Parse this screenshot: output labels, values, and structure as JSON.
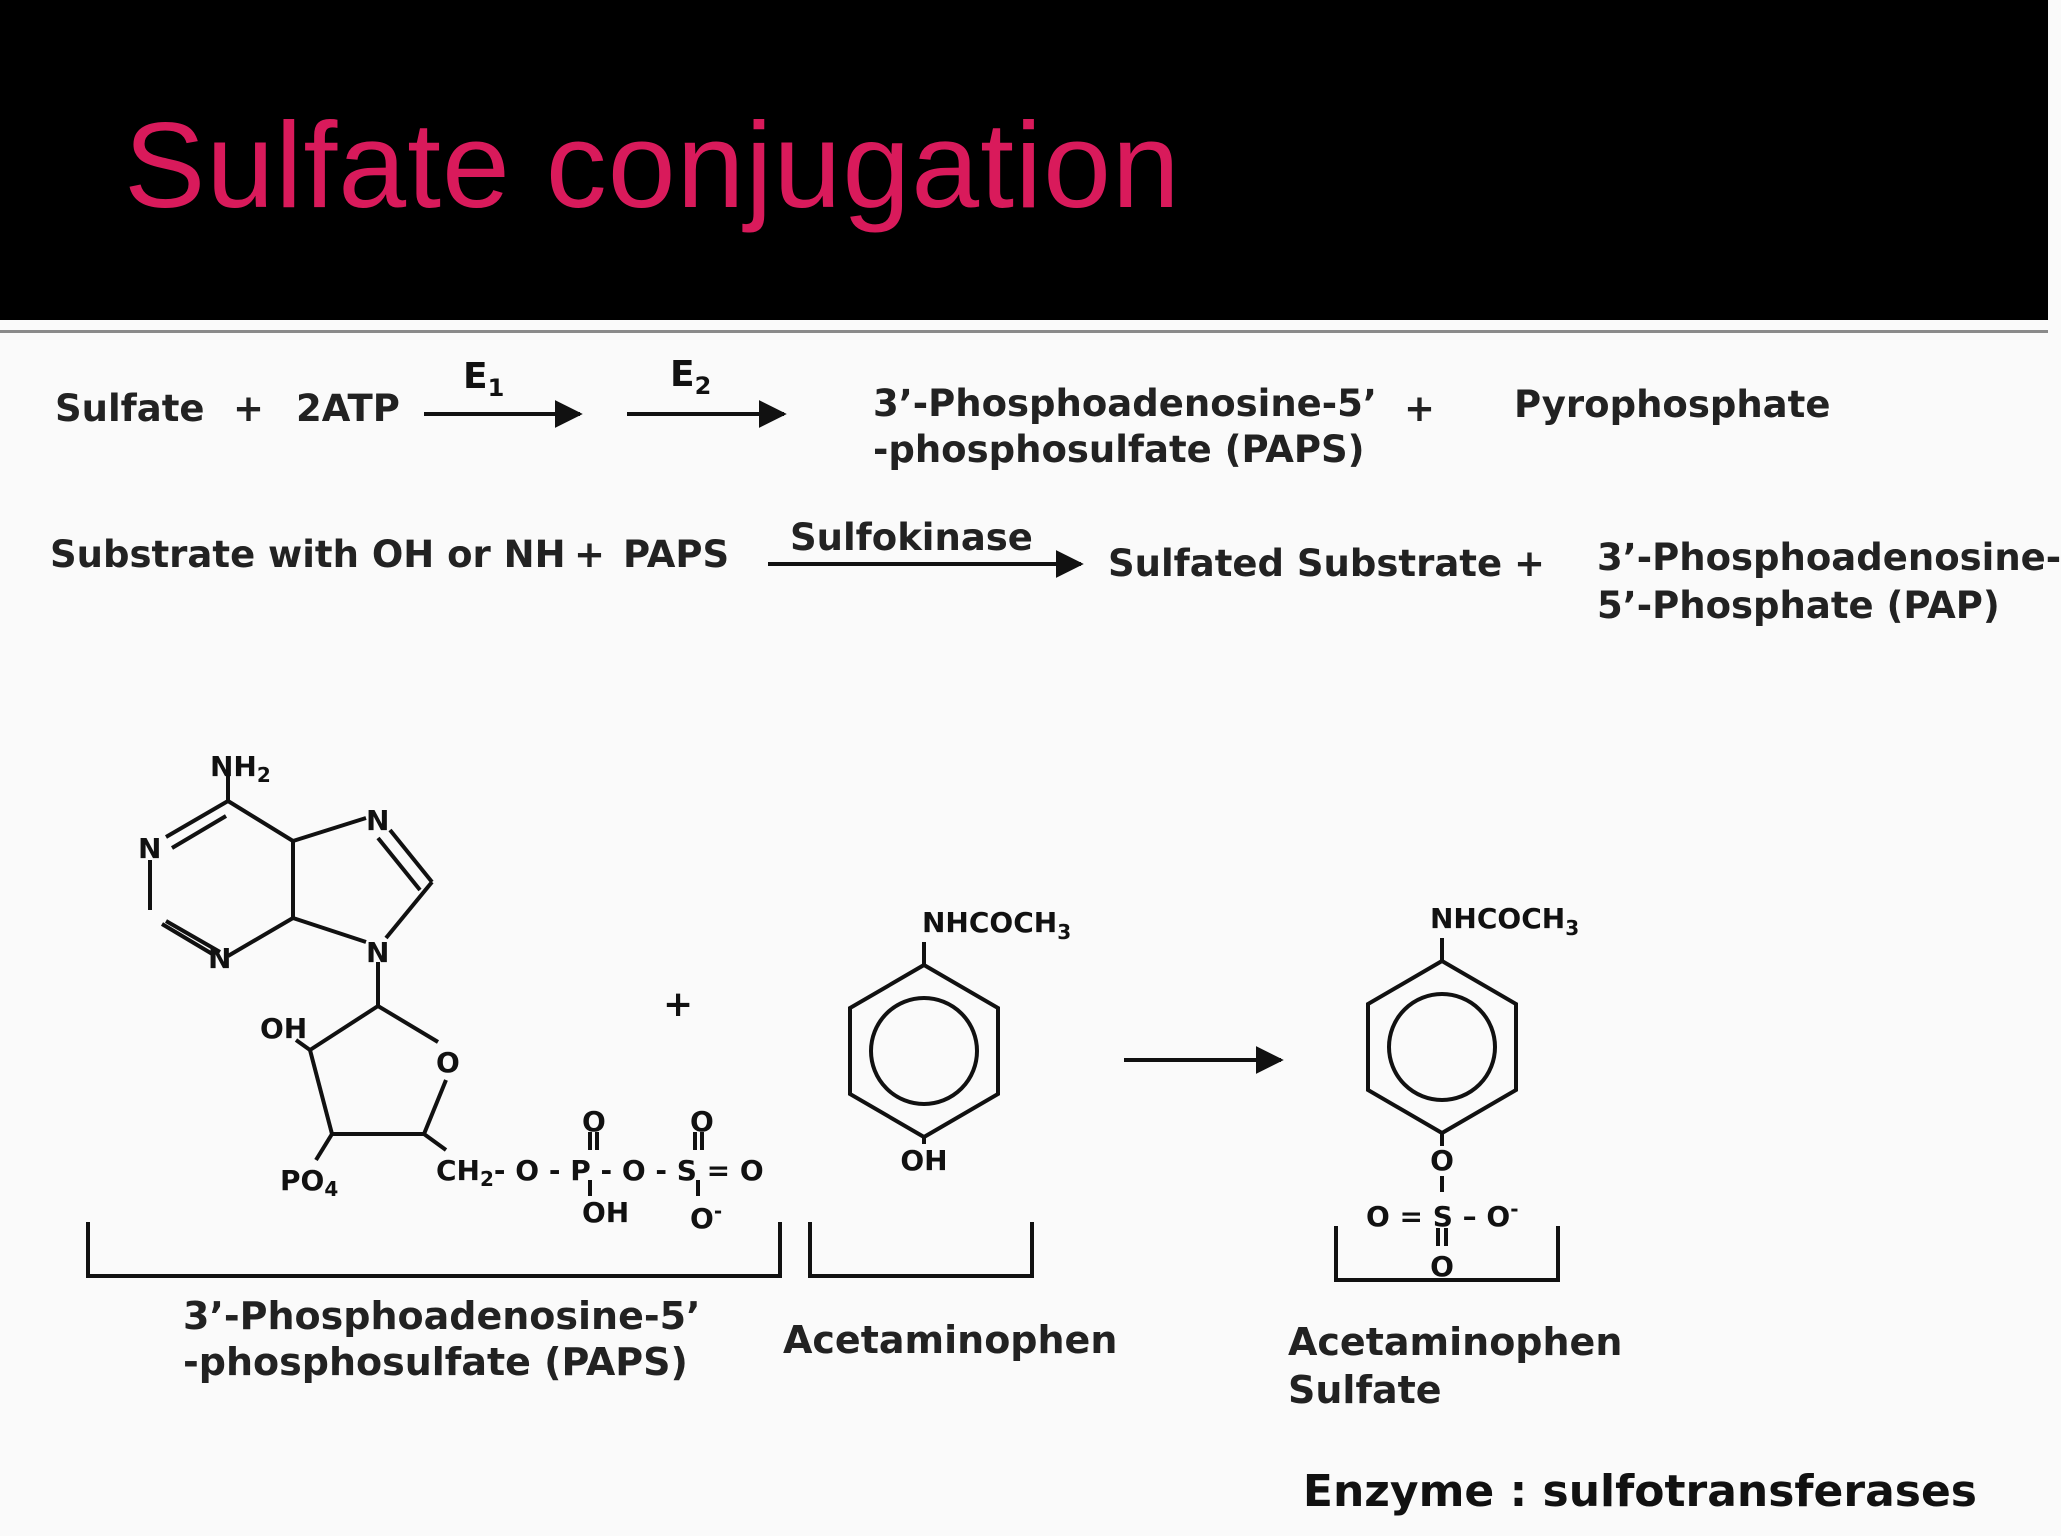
{
  "slide": {
    "title": "Sulfate conjugation",
    "title_color": "#d91a5b",
    "header_background": "#000000"
  },
  "reaction1": {
    "reactant1": "Sulfate",
    "plus1": "+",
    "reactant2": "2ATP",
    "enzyme1": "E",
    "enzyme1_sub": "1",
    "enzyme2": "E",
    "enzyme2_sub": "2",
    "product1_line1": "3’-Phosphoadenosine-5’",
    "product1_line2": "-phosphosulfate (PAPS)",
    "plus2": "+",
    "product2": "Pyrophosphate"
  },
  "reaction2": {
    "reactant1": "Substrate with OH or NH",
    "plus1": "+",
    "reactant2": "PAPS",
    "enzyme": "Sulfokinase",
    "product1": "Sulfated Substrate",
    "plus2": "+",
    "product2_line1": "3’-Phosphoadenosine-",
    "product2_line2": "5’-Phosphate (PAP)"
  },
  "structures": {
    "paps": {
      "nh2": "NH",
      "nh2_sub": "2",
      "n": "N",
      "oh": "OH",
      "ring_o": "O",
      "po4": "PO",
      "po4_sub": "4",
      "ch2": "CH",
      "ch2_sub": "2",
      "chain": "- O - P - O - S = O",
      "top_o": "O",
      "phosphate_oh": "OH",
      "sulfate_o_minus": "O",
      "minus": "-",
      "label_line1": "3’-Phosphoadenosine-5’",
      "label_line2": "-phosphosulfate (PAPS)"
    },
    "plus": "+",
    "acetaminophen": {
      "group": "NHCOCH",
      "group_sub": "3",
      "oh": "OH",
      "label": "Acetaminophen"
    },
    "acetaminophen_sulfate": {
      "group": "NHCOCH",
      "group_sub": "3",
      "o": "O",
      "sulfate": "O = S – O",
      "minus": "-",
      "bottom_o": "O",
      "label_line1": "Acetaminophen",
      "label_line2": "Sulfate"
    }
  },
  "footer": {
    "enzyme_note": "Enzyme : sulfotransferases"
  }
}
